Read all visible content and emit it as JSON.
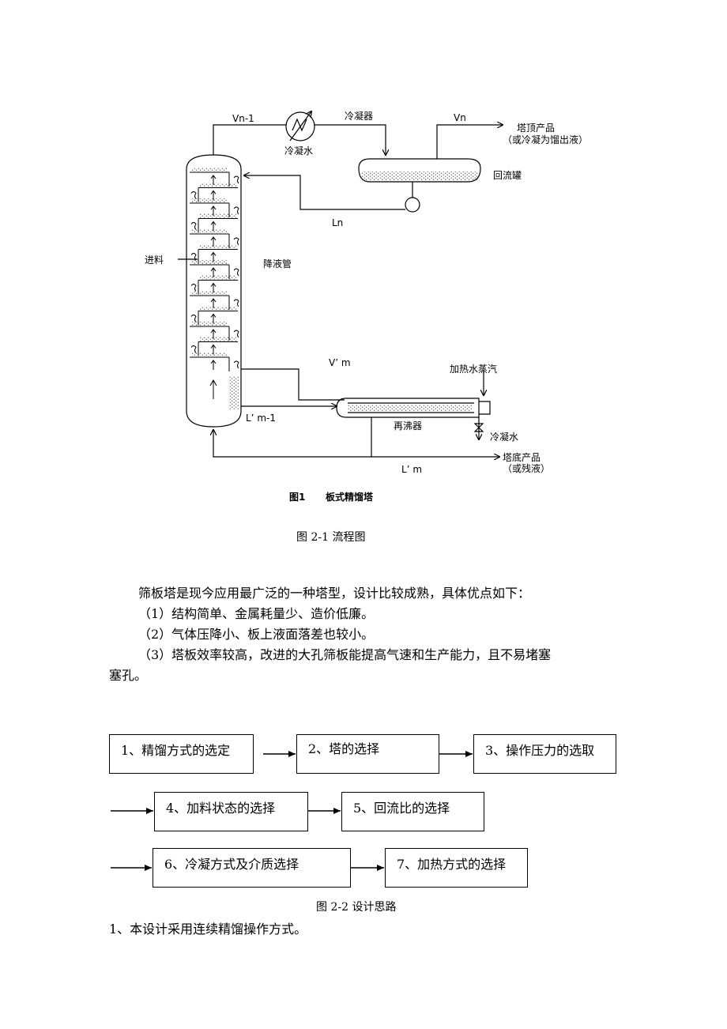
{
  "figure1": {
    "labels": {
      "vn_1": "Vn-1",
      "condenser": "冷凝器",
      "vn": "Vn",
      "top_product": "塔顶产品",
      "top_product_note": "（或冷凝为馏出液）",
      "cooling_water_top": "冷凝水",
      "reflux_drum": "回流罐",
      "ln": "Ln",
      "feed": "进料",
      "downcomer": "降液管",
      "v_m": "V’ m",
      "heating_steam": "加热水蒸汽",
      "l_m_1": "L’ m-1",
      "reboiler": "再沸器",
      "cooling_water_bottom": "冷凝水",
      "bottom_product": "塔底产品",
      "bottom_product_note": "（或残液）",
      "l_m": "L’ m"
    },
    "inner_caption_num": "图1",
    "inner_caption_title": "板式精馏塔",
    "caption": "图 2-1  流程图"
  },
  "body": {
    "intro": "筛板塔是现今应用最广泛的一种塔型，设计比较成熟，具体优点如下：",
    "point1": "（1）结构简单、金属耗量少、造价低廉。",
    "point2": "（2）气体压降小、板上液面落差也较小。",
    "point3_a": "（3）塔板效率较高，改进的大孔筛板能提高气速和生产能力，且不易堵塞",
    "point3_b": "塞孔。"
  },
  "figure2": {
    "steps": [
      "1、精馏方式的选定",
      "2、塔的选择",
      "3、操作压力的选取",
      "4、加料状态的选择",
      "5、回流比的选择",
      "6、冷凝方式及介质选择",
      "7、加热方式的选择"
    ],
    "caption": "图 2-2    设计思路"
  },
  "footer": {
    "line1": "1、本设计采用连续精馏操作方式。"
  }
}
